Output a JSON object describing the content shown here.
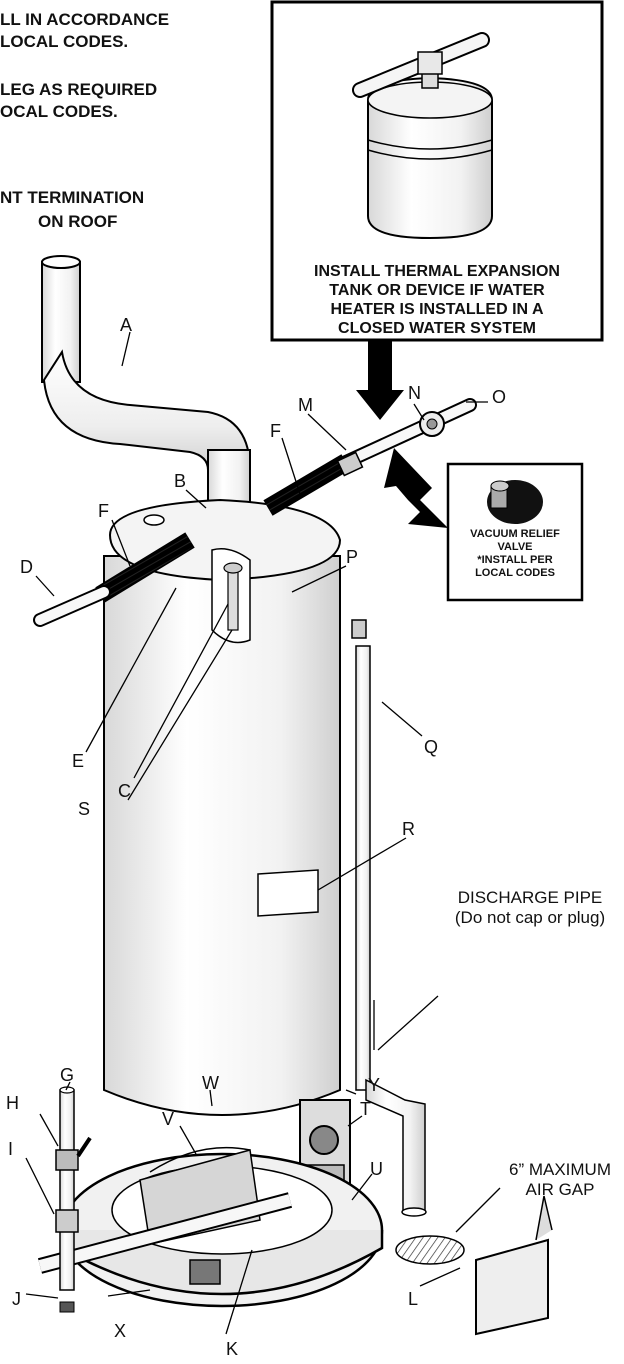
{
  "notes": [
    "LL IN ACCORDANCE",
    "LOCAL CODES.",
    "LEG AS REQUIRED",
    "OCAL CODES.",
    "NT TERMINATION",
    "ON ROOF"
  ],
  "inset": {
    "caption": [
      "INSTALL THERMAL EXPANSION",
      "TANK OR DEVICE IF WATER",
      "HEATER IS INSTALLED IN A",
      "CLOSED WATER SYSTEM"
    ]
  },
  "vacuum": {
    "caption": [
      "VACUUM RELIEF",
      "VALVE",
      "*INSTALL PER",
      "LOCAL CODES"
    ]
  },
  "discharge": {
    "line1": "DISCHARGE PIPE",
    "line2": "(Do not cap or plug)"
  },
  "air_gap": {
    "line1": "6” MAXIMUM",
    "line2": "AIR GAP"
  },
  "labels": {
    "A": "A",
    "B": "B",
    "C": "C",
    "D": "D",
    "E": "E",
    "F1": "F",
    "F2": "F",
    "G": "G",
    "H": "H",
    "I": "I",
    "J": "J",
    "K": "K",
    "L": "L",
    "M": "M",
    "N": "N",
    "O": "O",
    "P": "P",
    "Q": "Q",
    "R": "R",
    "S": "S",
    "T": "T",
    "U": "U",
    "V": "V",
    "W": "W",
    "X": "X",
    "Y": "Y"
  }
}
